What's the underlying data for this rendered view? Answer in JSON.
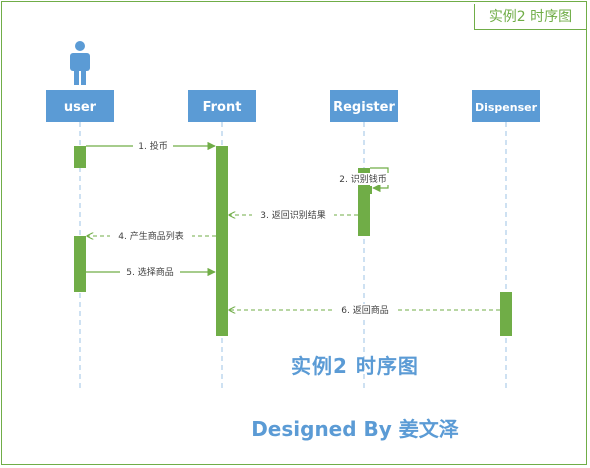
{
  "corner_title": "实例2 时序图",
  "center_title": "实例2 时序图",
  "designed_by": "Designed By 姜文泽",
  "actor_icon": "person-icon",
  "lifelines": [
    "user",
    "Front",
    "Register",
    "Dispenser"
  ],
  "messages": [
    {
      "label": "1. 投币",
      "from": "user",
      "to": "Front",
      "kind": "sync"
    },
    {
      "label": "2. 识别钱币",
      "from": "Register",
      "to": "Register",
      "kind": "self"
    },
    {
      "label": "3. 返回识别结果",
      "from": "Register",
      "to": "Front",
      "kind": "return"
    },
    {
      "label": "4. 产生商品列表",
      "from": "Front",
      "to": "user",
      "kind": "return"
    },
    {
      "label": "5. 选择商品",
      "from": "user",
      "to": "Front",
      "kind": "sync"
    },
    {
      "label": "6. 返回商品",
      "from": "Dispenser",
      "to": "Front",
      "kind": "return"
    }
  ],
  "colors": {
    "frame": "#70ad47",
    "lane_box": "#5b9bd5",
    "activation": "#70ad47",
    "title_text": "#5b9bd5"
  }
}
